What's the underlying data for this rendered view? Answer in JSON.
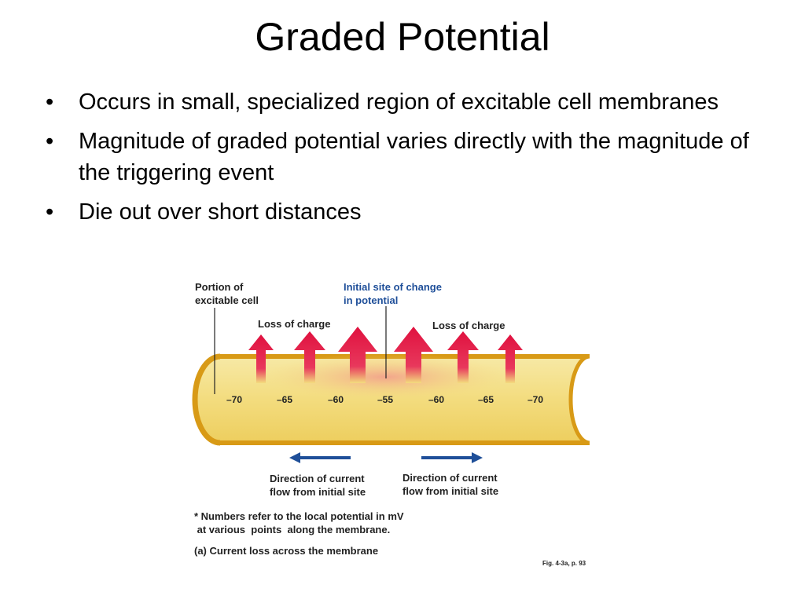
{
  "slide": {
    "title": "Graded Potential",
    "bullets": [
      {
        "marker": "•",
        "text": "Occurs in small, specialized region of excitable cell membranes"
      },
      {
        "marker": "•",
        "text": "Magnitude of graded potential varies directly with the magnitude of the triggering event"
      },
      {
        "marker": "•",
        "text": "Die out over short distances"
      }
    ]
  },
  "figure": {
    "portion_label": [
      "Portion of",
      "excitable cell"
    ],
    "initial_site_label": [
      "Initial site of change",
      "in potential"
    ],
    "loss_left": "Loss  of charge",
    "loss_right": "Loss  of charge",
    "potentials": [
      "–70",
      "–65",
      "–60",
      "–55",
      "–60",
      "–65",
      "–70"
    ],
    "direction_left": [
      "Direction of current",
      "flow from  initial site"
    ],
    "direction_right": [
      "Direction of current",
      "flow from  initial site"
    ],
    "footnote": [
      "* Numbers  refer to the local potential in mV",
      " at various  points  along the membrane."
    ],
    "caption": "(a) Current  loss  across  the membrane",
    "source": "Fig. 4-3a, p. 93",
    "colors": {
      "membrane": "#f3dc7e",
      "membrane_edge": "#d89a16",
      "arrow": "#e0113f",
      "flow_arrow": "#1f4f99"
    }
  }
}
